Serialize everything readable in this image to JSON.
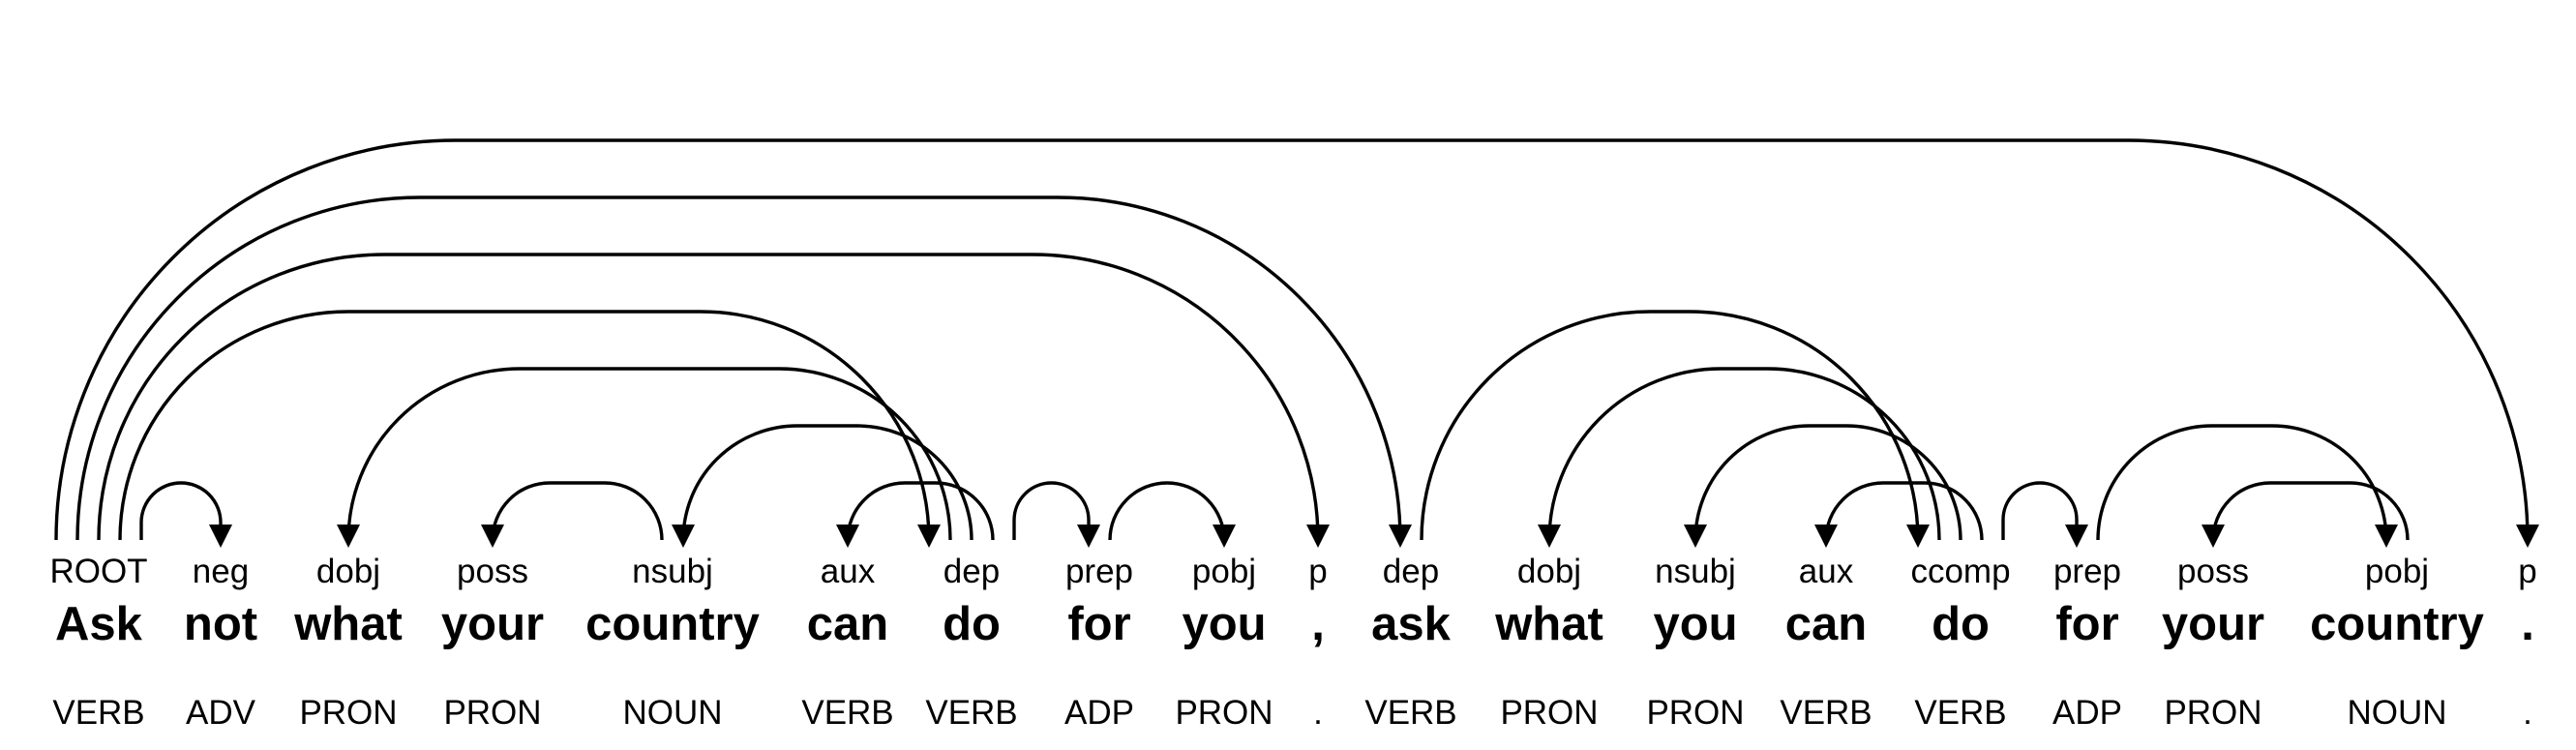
{
  "tokens": [
    {
      "word": "Ask",
      "rel": "ROOT",
      "pos": "VERB"
    },
    {
      "word": "not",
      "rel": "neg",
      "pos": "ADV"
    },
    {
      "word": "what",
      "rel": "dobj",
      "pos": "PRON"
    },
    {
      "word": "your",
      "rel": "poss",
      "pos": "PRON"
    },
    {
      "word": "country",
      "rel": "nsubj",
      "pos": "NOUN"
    },
    {
      "word": "can",
      "rel": "aux",
      "pos": "VERB"
    },
    {
      "word": "do",
      "rel": "dep",
      "pos": "VERB"
    },
    {
      "word": "for",
      "rel": "prep",
      "pos": "ADP"
    },
    {
      "word": "you",
      "rel": "pobj",
      "pos": "PRON"
    },
    {
      "word": ",",
      "rel": "p",
      "pos": "."
    },
    {
      "word": "ask",
      "rel": "dep",
      "pos": "VERB"
    },
    {
      "word": "what",
      "rel": "dobj",
      "pos": "PRON"
    },
    {
      "word": "you",
      "rel": "nsubj",
      "pos": "PRON"
    },
    {
      "word": "can",
      "rel": "aux",
      "pos": "VERB"
    },
    {
      "word": "do",
      "rel": "ccomp",
      "pos": "VERB"
    },
    {
      "word": "for",
      "rel": "prep",
      "pos": "ADP"
    },
    {
      "word": "your",
      "rel": "poss",
      "pos": "PRON"
    },
    {
      "word": "country",
      "rel": "pobj",
      "pos": "NOUN"
    },
    {
      "word": ".",
      "rel": "p",
      "pos": "."
    }
  ],
  "arcs": [
    {
      "head": 0,
      "dep": 1
    },
    {
      "head": 6,
      "dep": 2
    },
    {
      "head": 4,
      "dep": 3
    },
    {
      "head": 6,
      "dep": 4
    },
    {
      "head": 6,
      "dep": 5
    },
    {
      "head": 0,
      "dep": 6
    },
    {
      "head": 6,
      "dep": 7
    },
    {
      "head": 7,
      "dep": 8
    },
    {
      "head": 0,
      "dep": 9
    },
    {
      "head": 0,
      "dep": 10
    },
    {
      "head": 14,
      "dep": 11
    },
    {
      "head": 14,
      "dep": 12
    },
    {
      "head": 14,
      "dep": 13
    },
    {
      "head": 10,
      "dep": 14
    },
    {
      "head": 14,
      "dep": 15
    },
    {
      "head": 17,
      "dep": 16
    },
    {
      "head": 15,
      "dep": 17
    },
    {
      "head": 0,
      "dep": 18
    }
  ]
}
